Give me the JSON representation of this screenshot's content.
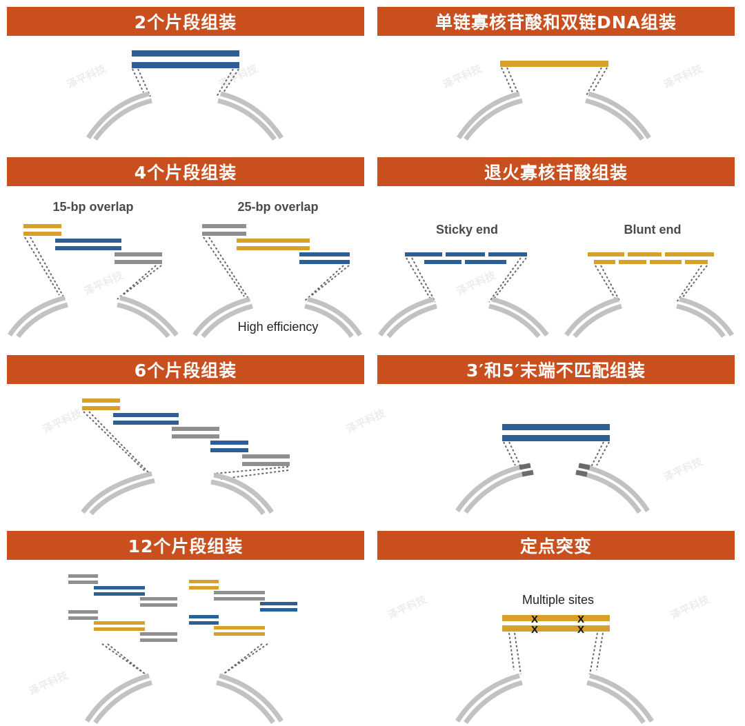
{
  "colors": {
    "header": "#c9501e",
    "blue": "#2d5f97",
    "gold": "#d6a02a",
    "gray": "#8f8f8f",
    "arc": "#c2c2c2",
    "mismatch": "#6b6b6b",
    "mark": "#111111"
  },
  "watermark": "泽平科技",
  "panels": {
    "p1": {
      "title": "2个片段组装"
    },
    "p2": {
      "title": "单链寡核苷酸和双链DNA组装"
    },
    "p3": {
      "title": "4个片段组装",
      "label_left": "15-bp overlap",
      "label_right": "25-bp overlap",
      "note": "High efficiency"
    },
    "p4": {
      "title": "退火寡核苷酸组装",
      "label_left": "Sticky end",
      "label_right": "Blunt end"
    },
    "p5": {
      "title": "6个片段组装"
    },
    "p6": {
      "title": "3′和5′末端不匹配组装"
    },
    "p7": {
      "title": "12个片段组装"
    },
    "p8": {
      "title": "定点突变",
      "note": "Multiple sites",
      "mutation_mark": "X"
    }
  }
}
